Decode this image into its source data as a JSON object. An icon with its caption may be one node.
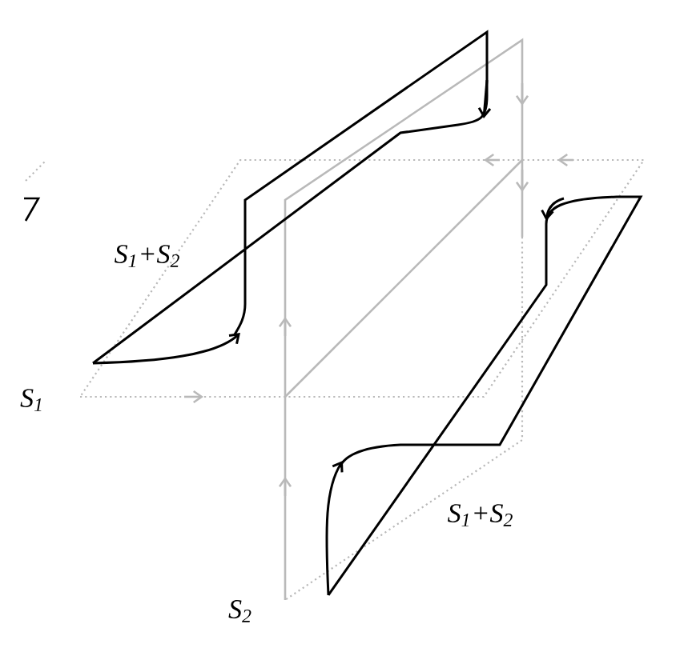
{
  "diagram": {
    "labels": [
      "S$_{1}$+S$_{2}$",
      "S$_{1}$",
      "S$_{2}$",
      "S$_{1}$+S$_{2}$"
    ]
  }
}
